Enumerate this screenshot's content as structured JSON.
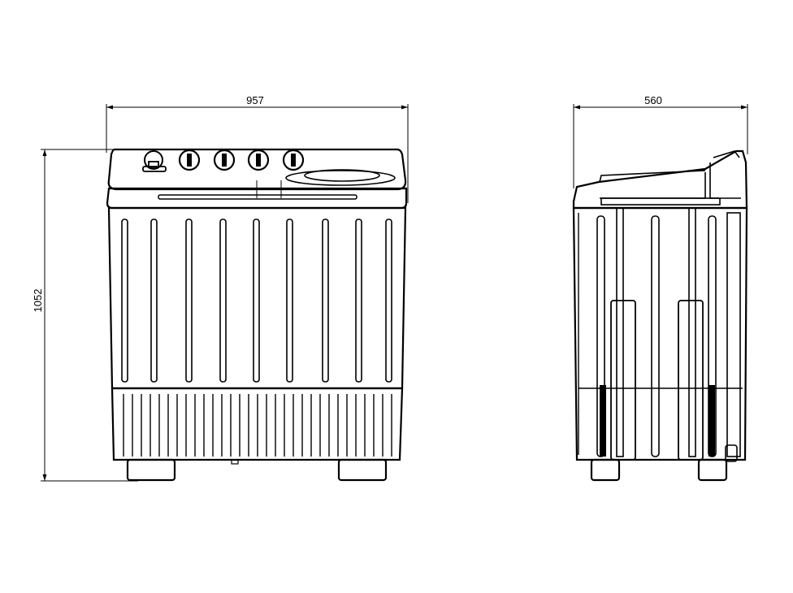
{
  "drawing": {
    "type": "technical-dimension-drawing",
    "views": [
      "front",
      "side"
    ],
    "dimensions": {
      "width": "957",
      "height": "1052",
      "depth": "560"
    },
    "line_color": "#000000",
    "background": "#ffffff"
  }
}
